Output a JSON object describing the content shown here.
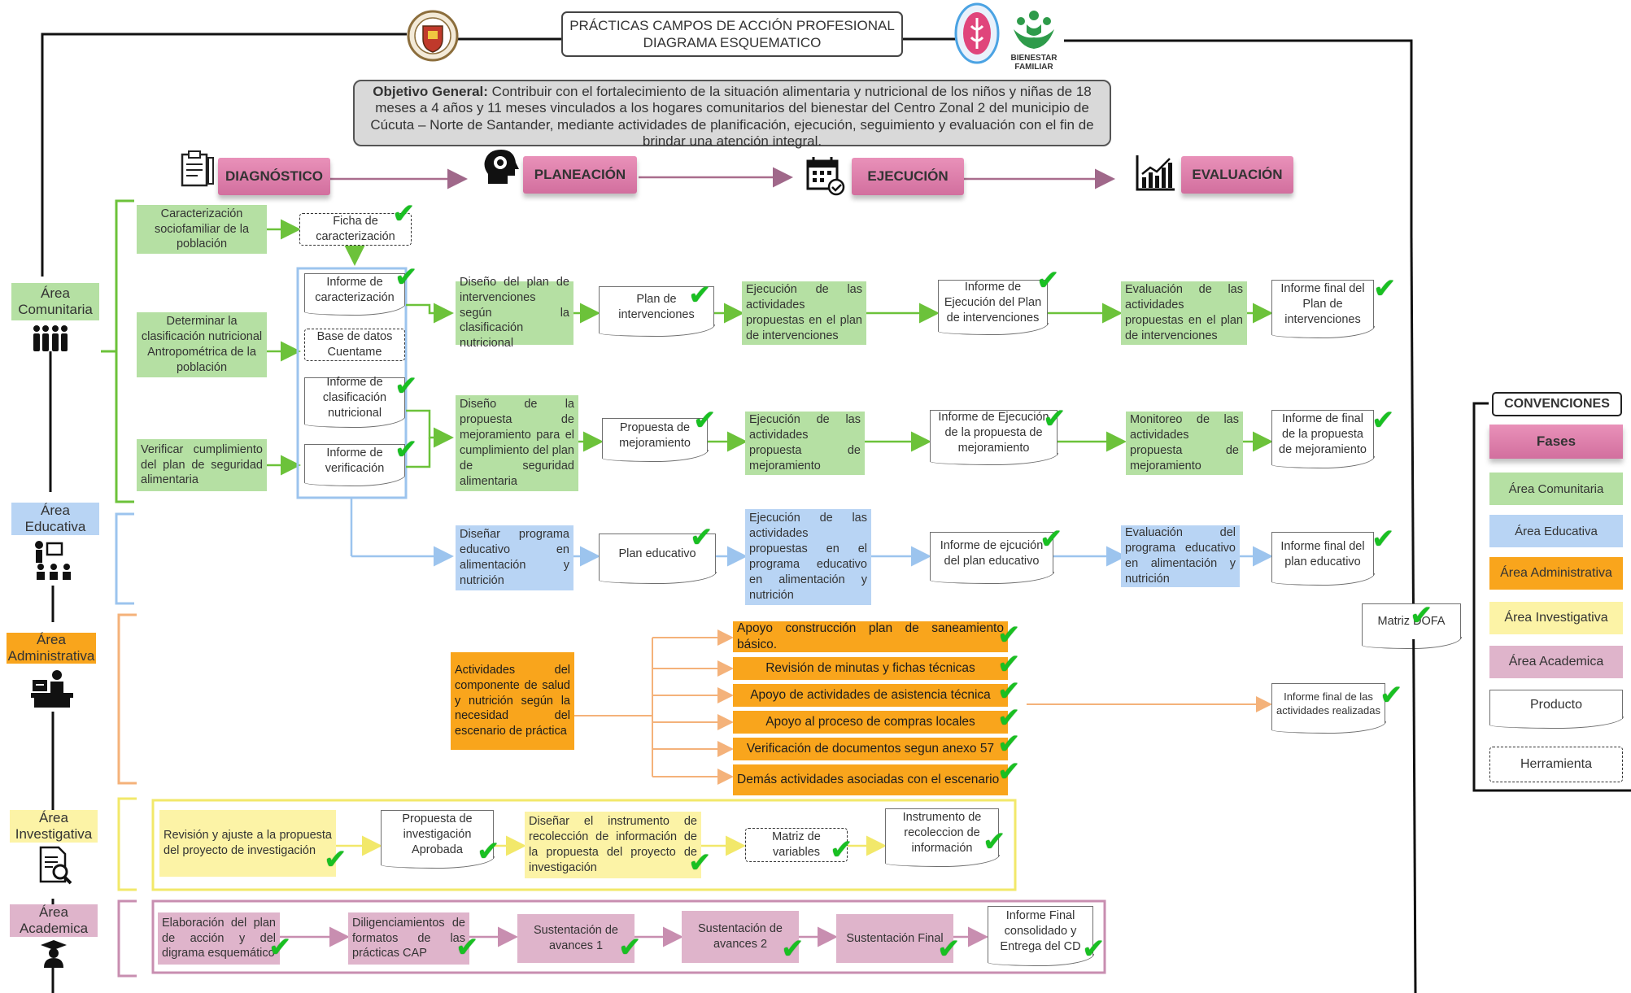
{
  "header": {
    "title_line1": "PRÁCTICAS CAMPOS DE ACCIÓN PROFESIONAL",
    "title_line2": "DIAGRAMA ESQUEMATICO",
    "logo_text": "BIENESTAR FAMILIAR"
  },
  "objective": {
    "label": "Objetivo General:",
    "text": "Contribuir con el fortalecimiento de la situación alimentaria y nutricional de los niños y niñas de 18 meses a 4 años y 11 meses vinculados a los hogares comunitarios del bienestar del Centro Zonal 2 del municipio de Cúcuta – Norte de Santander, mediante actividades de planificación, ejecución, seguimiento y evaluación con el fin de brindar una atención integral."
  },
  "phases": [
    "DIAGNÓSTICO",
    "PLANEACIÓN",
    "EJECUCIÓN",
    "EVALUACIÓN"
  ],
  "areas": {
    "comunitaria": "Área Comunitaria",
    "educativa": "Área Educativa",
    "administrativa": "Área Administrativa",
    "investigativa": "Área Investigativa",
    "academica": "Área Academica"
  },
  "comunitaria": {
    "diag1": "Caracterización sociofamiliar de la población",
    "diag2": "Determinar la clasificación nutricional Antropométrica de la población",
    "diag3": "Verificar cumplimiento del plan de seguridad alimentaria",
    "ficha": "Ficha de caracterización",
    "inf_caract": "Informe de caracterización",
    "base_datos": "Base de datos Cuentame",
    "inf_clasif": "Informe de clasificación nutricional",
    "inf_verif": "Informe de verificación",
    "row1": [
      "Diseño del plan de intervenciones según la clasificación nutricional",
      "Plan de intervenciones",
      "Ejecución de las actividades propuestas en el plan de intervenciones",
      "Informe de Ejecución del Plan de intervenciones",
      "Evaluación de las actividades propuestas en el plan de intervenciones",
      "Informe final del Plan de intervenciones"
    ],
    "row2": [
      "Diseño de la propuesta de mejoramiento para el cumplimiento del plan de seguridad alimentaria",
      "Propuesta de mejoramiento",
      "Ejecución de las actividades propuesta de mejoramiento",
      "Informe de Ejecución de la propuesta de mejoramiento",
      "Monitoreo de las actividades propuesta de mejoramiento",
      "Informe de final de la propuesta de mejoramiento"
    ]
  },
  "educativa": {
    "row": [
      "Diseñar programa educativo en alimentación y nutrición",
      "Plan educativo",
      "Ejecución de las actividades propuestas en el programa educativo en alimentación y nutrición",
      "Informe de ejcución del plan educativo",
      "Evaluación del programa educativo en alimentación y nutrición",
      "Informe final del plan educativo"
    ]
  },
  "administrativa": {
    "main": "Actividades del componente de salud y nutrición según la necesidad del escenario de práctica",
    "activities": [
      "Apoyo construcción plan de saneamiento básico.",
      "Revisión de minutas y fichas técnicas",
      "Apoyo de actividades de asistencia técnica",
      "Apoyo al proceso de compras locales",
      "Verificación de documentos segun anexo 57",
      "Demás actividades asociadas con el escenario"
    ],
    "informe": "Informe final de las actividades realizadas",
    "dofa": "Matriz DOFA"
  },
  "investigativa": {
    "items": [
      "Revisión y ajuste a la propuesta del proyecto de investigación",
      "Propuesta de investigación Aprobada",
      "Diseñar el instrumento de recolección de información de la propuesta del proyecto de investigación",
      "Matriz de variables",
      "Instrumento de recoleccion de información"
    ]
  },
  "academica": {
    "items": [
      "Elaboración del plan de acción y del digrama esquemático",
      "Diligenciamientos de formatos de las prácticas CAP",
      "Sustentación de avances 1",
      "Sustentación de avances 2",
      "Sustentación Final",
      "Informe Final consolidado y Entrega del CD"
    ]
  },
  "conventions": {
    "title": "CONVENCIONES",
    "items": [
      "Fases",
      "Área Comunitaria",
      "Área Educativa",
      "Área Administrativa",
      "Área Investigativa",
      "Área Academica",
      "Producto",
      "Herramienta"
    ]
  },
  "colors": {
    "phase": "#d97aa6",
    "comunitaria": "#b5e0a3",
    "educativa": "#b8d4f4",
    "administrativa": "#f9a51c",
    "investigativa": "#fcf3a6",
    "academica": "#dfb4cb",
    "check": "#19c022"
  }
}
